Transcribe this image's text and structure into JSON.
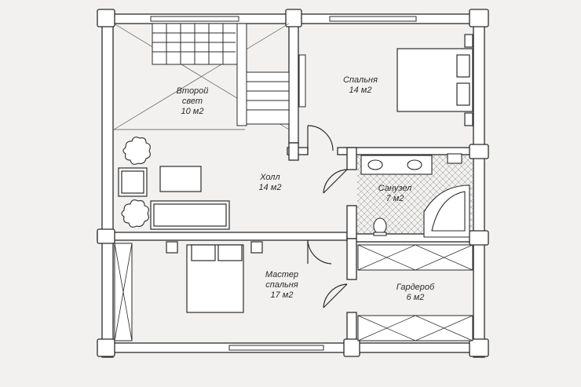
{
  "rooms": {
    "second_light": {
      "name_line1": "Второй",
      "name_line2": "свет",
      "area": "10 м2"
    },
    "bedroom": {
      "name": "Спальня",
      "area": "14 м2"
    },
    "hall": {
      "name": "Холл",
      "area": "14 м2"
    },
    "bathroom": {
      "name": "Санузел",
      "area": "7 м2"
    },
    "master_bedroom": {
      "name_line1": "Мастер",
      "name_line2": "спальня",
      "area": "17 м2"
    },
    "wardrobe": {
      "name": "Гардероб",
      "area": "6 м2"
    }
  },
  "colors": {
    "wall": "#ffffff",
    "line": "#2b2b2b",
    "paper": "#f2f1ef"
  }
}
